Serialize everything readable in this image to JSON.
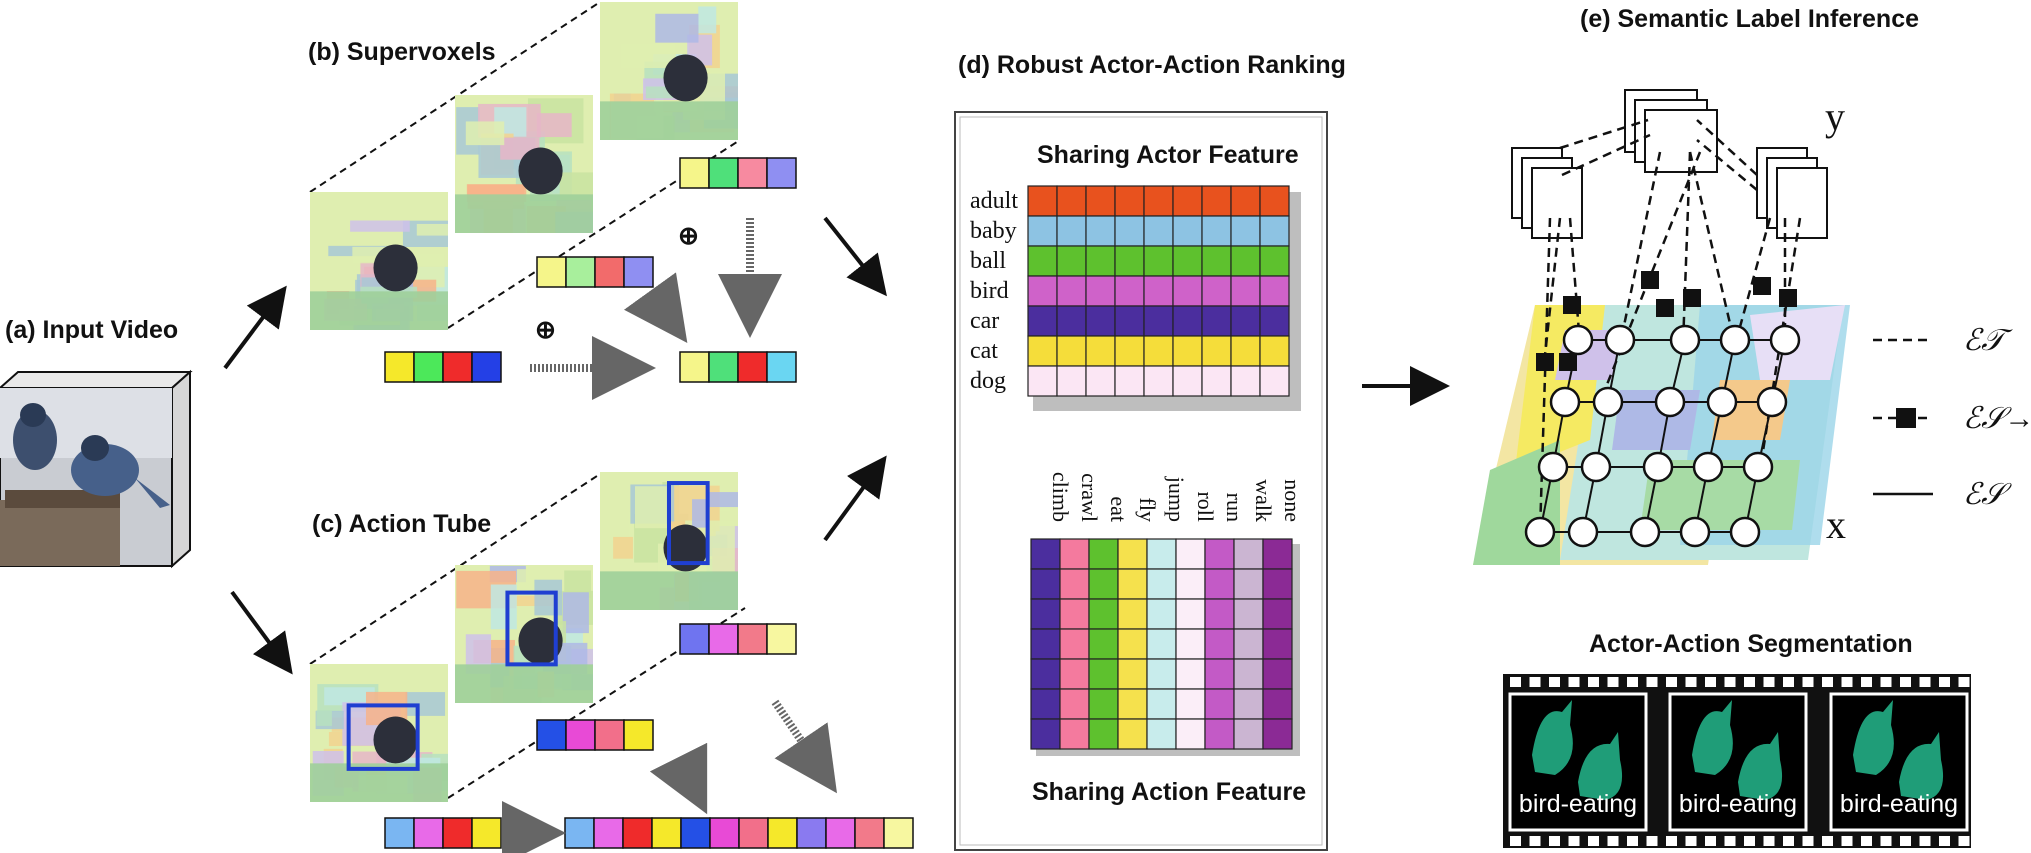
{
  "labels": {
    "input_video": "(a) Input Video",
    "supervoxels": "(b) Supervoxels",
    "action_tube": "(c) Action Tube",
    "ranking": "(d) Robust Actor-Action Ranking",
    "semantic": "(e) Semantic Label Inference",
    "segmentation": "Actor-Action Segmentation",
    "actor_feature": "Sharing Actor Feature",
    "action_feature": "Sharing Action Feature",
    "oplus": "⊕",
    "y_node": "y",
    "x_node": "x"
  },
  "legend": [
    {
      "style": "dashed",
      "symbol": "ℰ𝒯"
    },
    {
      "style": "dash-square",
      "symbol": "ℰ𝒮→𝒯"
    },
    {
      "style": "solid",
      "symbol": "ℰ𝒮"
    }
  ],
  "actors": [
    {
      "name": "adult",
      "color": "#e8521e"
    },
    {
      "name": "baby",
      "color": "#8dc3e3"
    },
    {
      "name": "ball",
      "color": "#5ec12e"
    },
    {
      "name": "bird",
      "color": "#cf62c9"
    },
    {
      "name": "car",
      "color": "#4b2e9e"
    },
    {
      "name": "cat",
      "color": "#f5dd3a"
    },
    {
      "name": "dog",
      "color": "#fbe6f4"
    }
  ],
  "actions": [
    {
      "name": "climb",
      "color": "#4b2e9e"
    },
    {
      "name": "crawl",
      "color": "#f47a9e"
    },
    {
      "name": "eat",
      "color": "#5ec12e"
    },
    {
      "name": "fly",
      "color": "#f5e14d"
    },
    {
      "name": "jump",
      "color": "#c8ecec"
    },
    {
      "name": "roll",
      "color": "#fbeef8"
    },
    {
      "name": "run",
      "color": "#c35ac6"
    },
    {
      "name": "walk",
      "color": "#cbb5d2"
    },
    {
      "name": "none",
      "color": "#8b2a95"
    }
  ],
  "seg_frames": [
    "bird-eating",
    "bird-eating",
    "bird-eating"
  ],
  "colors": {
    "blue_box": "#1f3fd1",
    "seg_green": "#1f9d78",
    "svx_palette": [
      "#dfeeb0",
      "#b7e0c0",
      "#cfc1ea",
      "#f2d28f",
      "#a8c8d6",
      "#e6b6c8",
      "#c9e3a1",
      "#f7b38a",
      "#bfe8e3",
      "#aeb9e6"
    ]
  },
  "feature_strips": {
    "b_top": [
      "#f5f58a",
      "#4fe07a",
      "#f78aa0",
      "#8f8ff2"
    ],
    "b_mid": [
      "#f5f58a",
      "#a8ef9c",
      "#f26b6b",
      "#8f8ff2"
    ],
    "b_bottom": [
      "#f5e82a",
      "#4ce85a",
      "#ef2b2b",
      "#2440e6"
    ],
    "b_result": [
      "#f5f58a",
      "#4fe07a",
      "#ef2b2b",
      "#6ad6f2"
    ],
    "c_top": [
      "#6f74f0",
      "#e86ae8",
      "#f27a8a",
      "#f7f7a0"
    ],
    "c_mid": [
      "#2450e6",
      "#e84ad6",
      "#f26f8a",
      "#f5e82a"
    ],
    "c_bottom": [
      "#7ab6f2",
      "#e86ae8",
      "#ef2b2b",
      "#f5e82a"
    ],
    "c_result": [
      "#7ab6f2",
      "#e86ae8",
      "#ef2b2b",
      "#f5e82a",
      "#2450e6",
      "#e84ad6",
      "#f26f8a",
      "#f5e82a",
      "#8a7af0",
      "#e86ae8",
      "#f27a8a",
      "#f7f7a0"
    ]
  }
}
